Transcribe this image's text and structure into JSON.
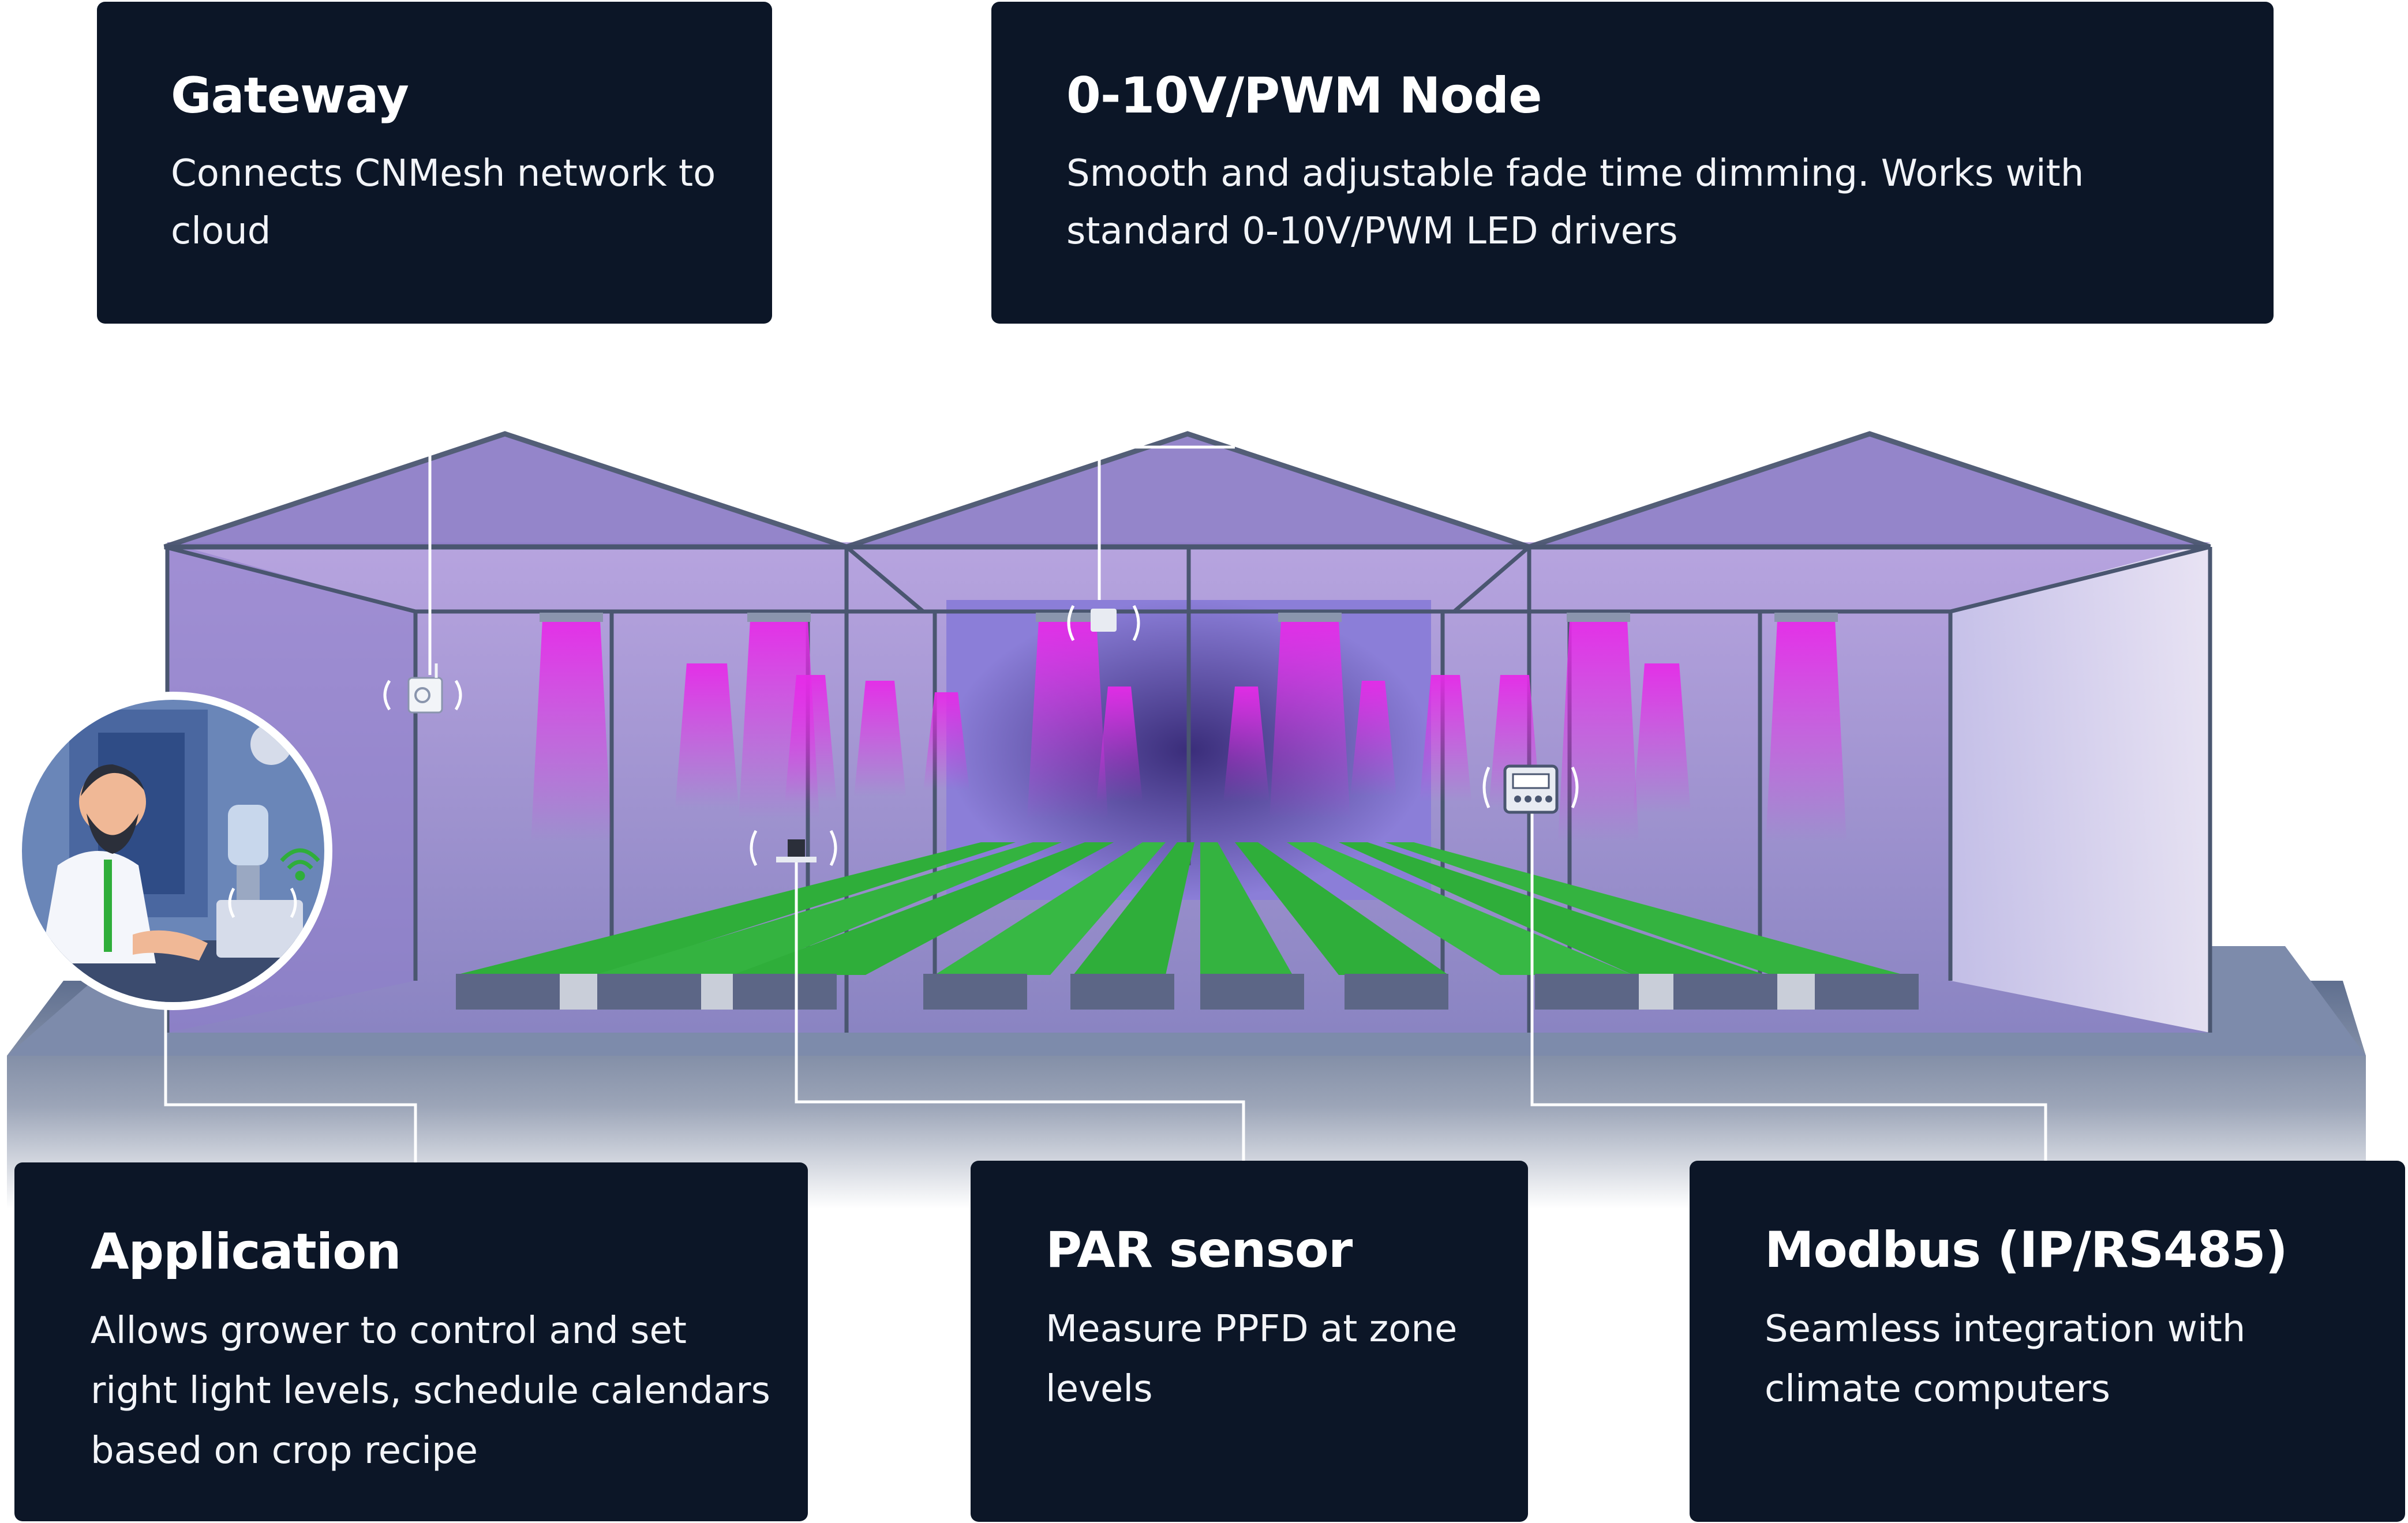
{
  "cards": {
    "gateway": {
      "title": "Gateway",
      "description": "Connects CNMesh network to cloud"
    },
    "node": {
      "title": "0-10V/PWM Node",
      "description": "Smooth and adjustable fade time dimming. Works with standard 0-10V/PWM LED drivers"
    },
    "application": {
      "title": "Application",
      "description": "Allows grower to control and set right light levels, schedule calendars based on crop recipe"
    },
    "par": {
      "title": "PAR sensor",
      "description": "Measure PPFD at zone levels"
    },
    "modbus": {
      "title": "Modbus (IP/RS485)",
      "description": "Seamless integration with climate computers"
    }
  },
  "colors": {
    "card_background": "#0c1627",
    "grow_light": "#e030e6",
    "plant_green": "#2fae3a",
    "greenhouse_frame": "#4a5670",
    "floor": "#7d8bab"
  },
  "icons": [
    "gateway-icon",
    "node-icon",
    "par-sensor-icon",
    "modbus-icon",
    "wifi-icon"
  ]
}
